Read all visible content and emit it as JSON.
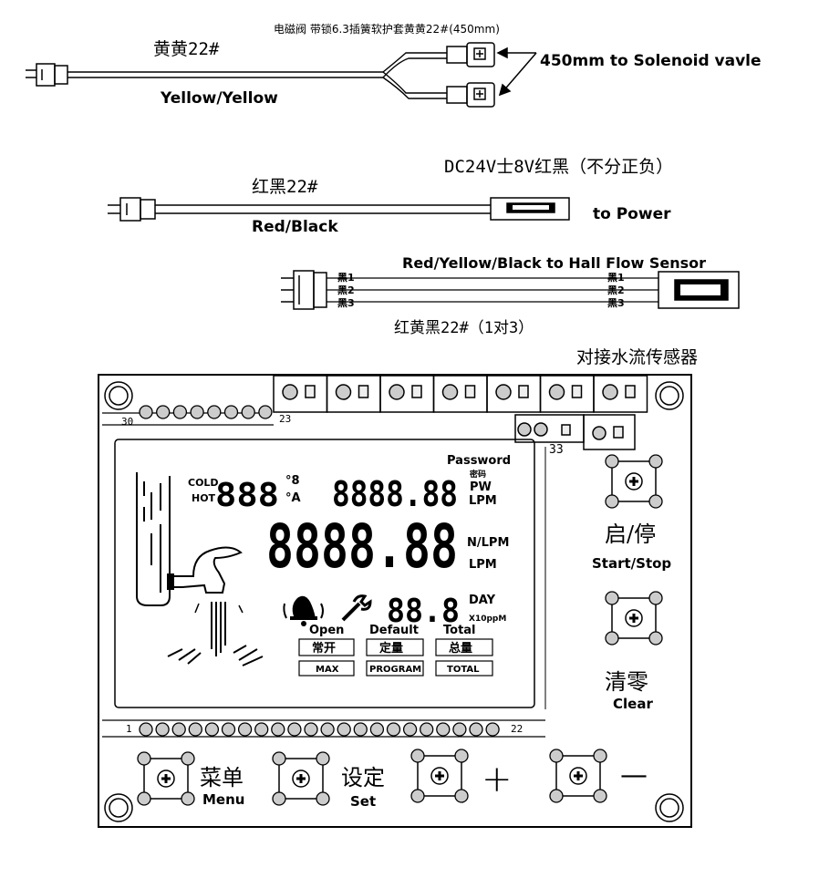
{
  "cables": {
    "solenoid": {
      "spec": "电磁阀 带锁6.3插簧软护套黄黄22#(450mm)",
      "wire": "黄黄22#",
      "wire_en": "Yellow/Yellow",
      "to": "450mm to Solenoid vavle"
    },
    "power": {
      "spec": "DC24V士8V红黑（不分正负）",
      "wire": "红黑22#",
      "wire_en": "Red/Black",
      "to": "to Power"
    },
    "hall": {
      "title": "Red/Yellow/Black to Hall Flow Sensor",
      "pins_left": [
        "黑1",
        "黑2",
        "黑3"
      ],
      "pins_right": [
        "黑1",
        "黑2",
        "黑3"
      ],
      "wire": "红黄黑22#（1对3）",
      "to": "对接水流传感器"
    }
  },
  "board": {
    "pin_top_start": "30",
    "pin_top_end": "23",
    "pin_33": "33",
    "pin_bottom_start": "1",
    "pin_bottom_end": "22"
  },
  "lcd": {
    "password": "Password",
    "cold": "COLD",
    "hot": "HOT",
    "temp": "888",
    "deg_f": "°8",
    "deg_c": "°A",
    "pw_digits": "8888.88",
    "pw_cn": "密码",
    "pw": "PW",
    "lpm_top": "LPM",
    "big_digits": "8888.88",
    "nlpm": "N/LPM",
    "lpm_mid": "LPM",
    "day_digits": "88.8",
    "day": "DAY",
    "ppm": "X10ppM",
    "labels_en": [
      "Open",
      "Default",
      "Total"
    ],
    "labels_cn": [
      "常开",
      "定量",
      "总量"
    ],
    "labels_box": [
      "MAX",
      "PROGRAM",
      "TOTAL"
    ]
  },
  "buttons": {
    "start_cn": "启/停",
    "start_en": "Start/Stop",
    "clear_cn": "清零",
    "clear_en": "Clear",
    "menu_cn": "菜单",
    "menu_en": "Menu",
    "set_cn": "设定",
    "set_en": "Set",
    "plus": "+",
    "minus": "—"
  }
}
